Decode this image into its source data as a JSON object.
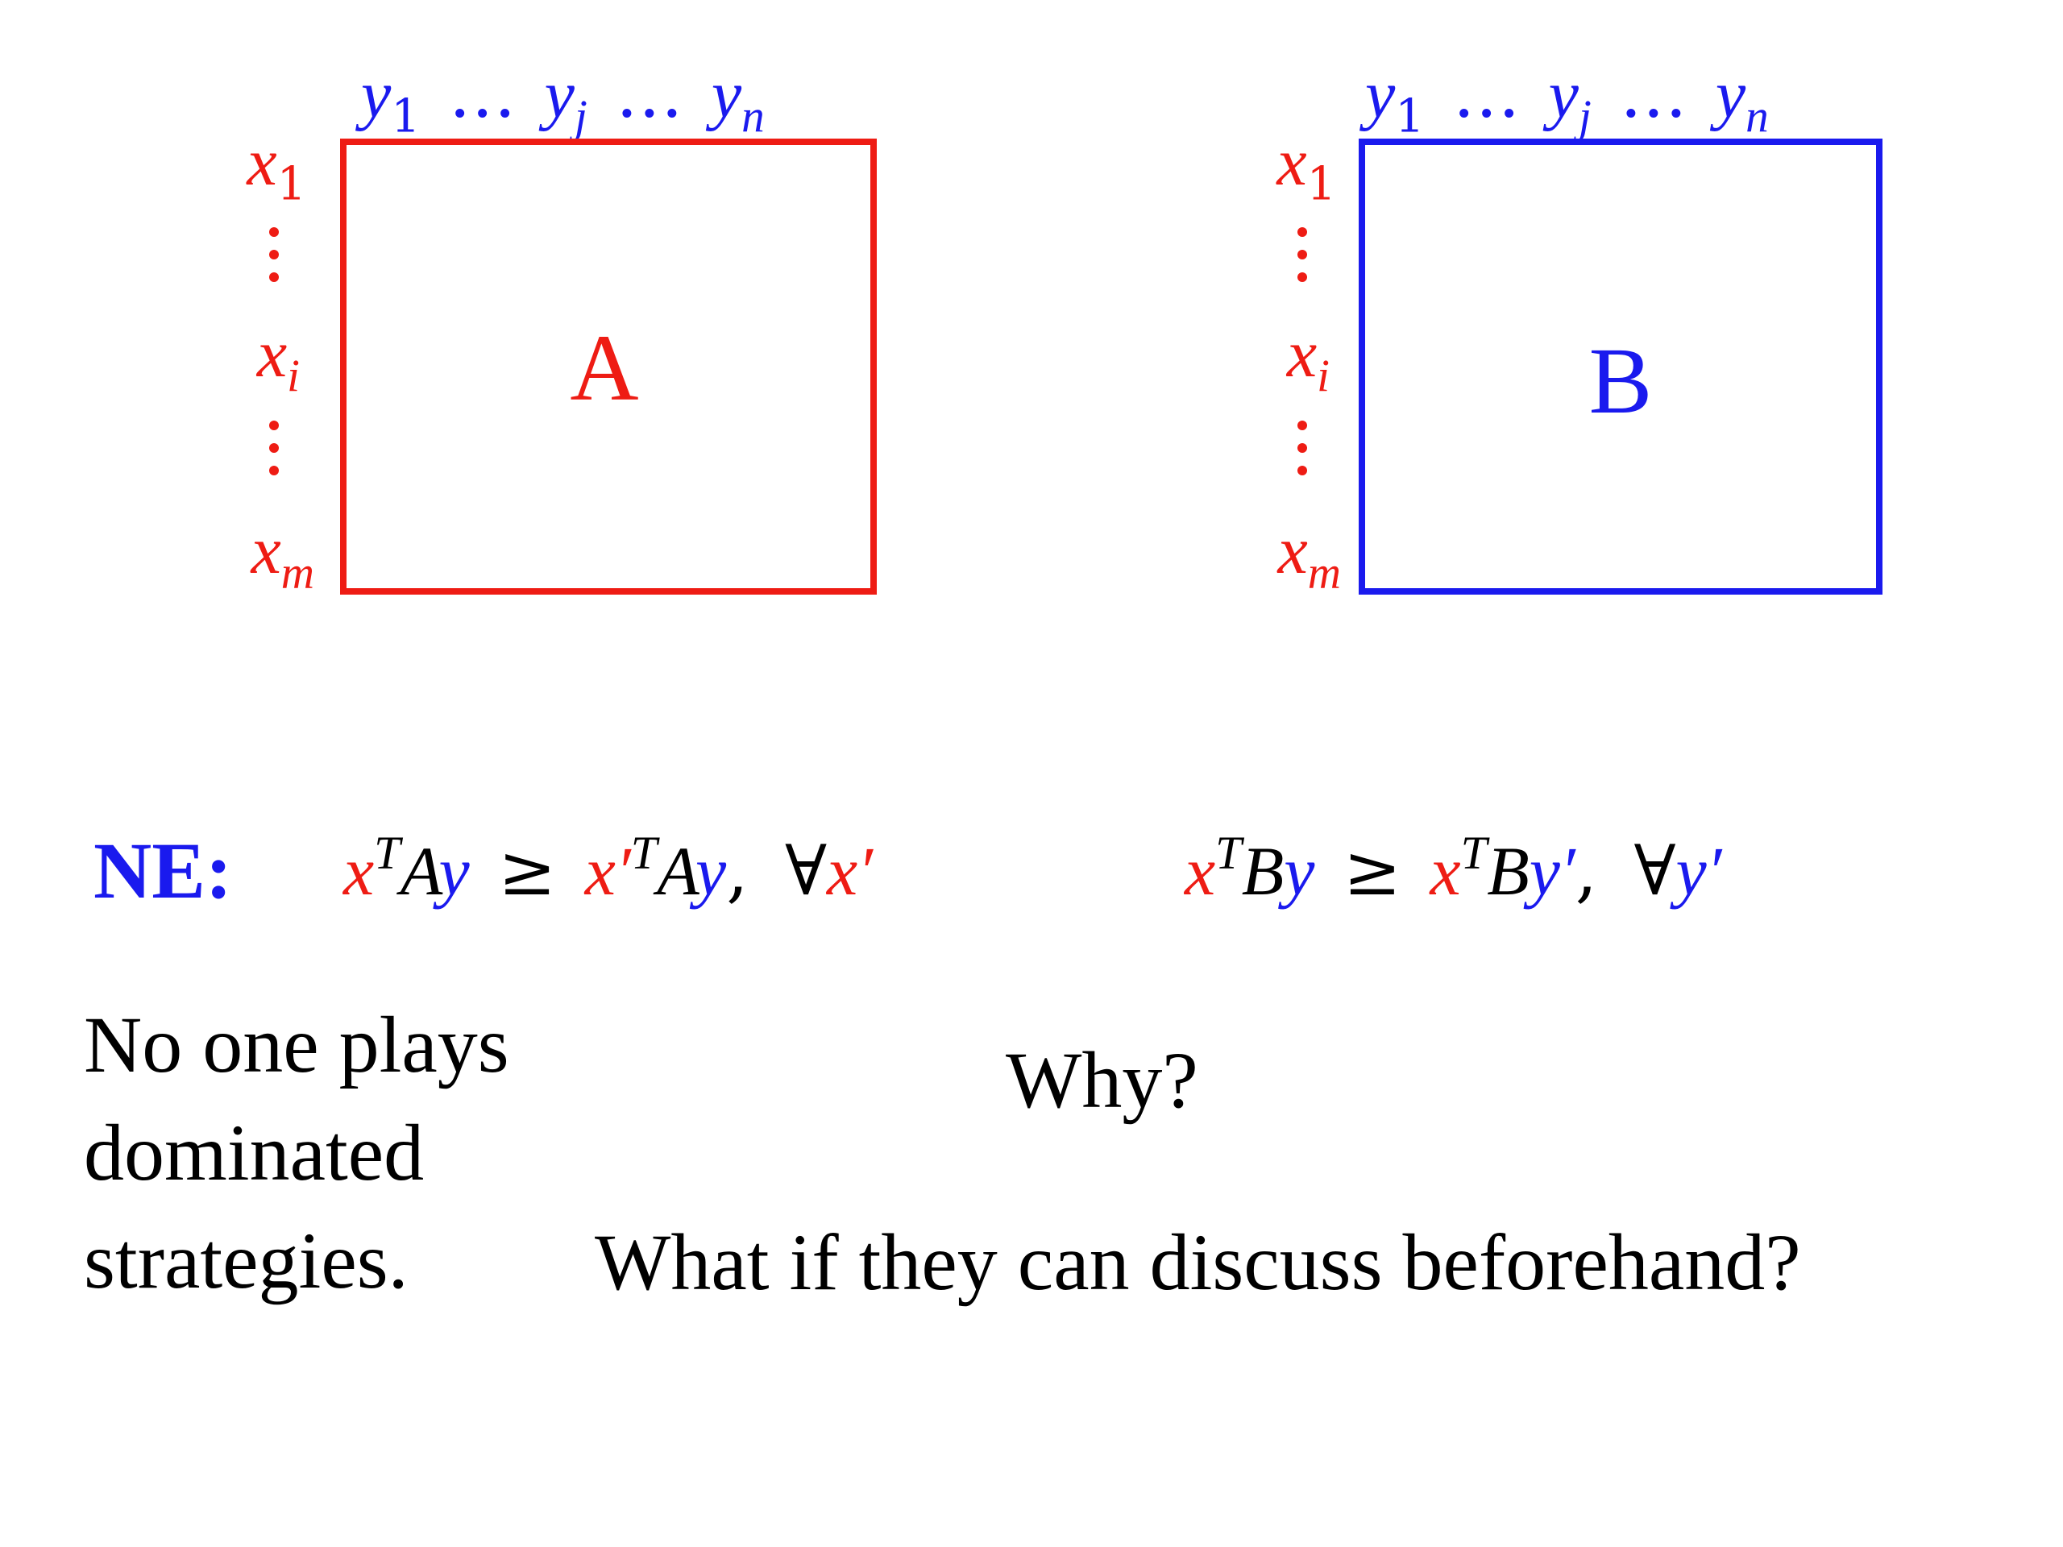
{
  "matrixA": {
    "label": "A",
    "color": "#ee1c14",
    "col_headers": [
      "y",
      "1",
      "…",
      "y",
      "j",
      "…",
      "y",
      "n"
    ],
    "row_headers": [
      "x",
      "1",
      "x",
      "i",
      "x",
      "m"
    ]
  },
  "matrixB": {
    "label": "B",
    "color": "#1a1aee",
    "col_headers": [
      "y",
      "1",
      "…",
      "y",
      "j",
      "…",
      "y",
      "n"
    ],
    "row_headers": [
      "x",
      "1",
      "x",
      "i",
      "x",
      "m"
    ]
  },
  "ne": {
    "label": "NE:",
    "eqA": {
      "x": "x",
      "T": "T",
      "A": "A",
      "y": "y",
      "geq": "≥",
      "xp": "x′",
      "forall": "∀",
      "comma": ","
    },
    "eqB": {
      "x": "x",
      "T": "T",
      "B": "B",
      "y": "y",
      "geq": "≥",
      "yp": "y′",
      "forall": "∀",
      "comma": ","
    }
  },
  "text": {
    "line1": "No one plays",
    "line2": "dominated",
    "line3": "strategies.",
    "why": "Why?",
    "discuss": "What if they can discuss beforehand?"
  },
  "colors": {
    "red": "#ee1c14",
    "blue": "#1a1aee",
    "black": "#000000"
  }
}
